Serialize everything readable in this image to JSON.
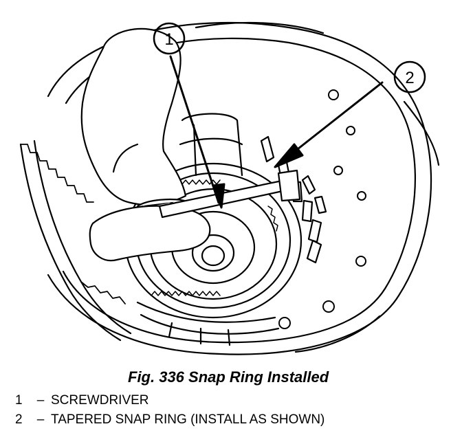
{
  "figure": {
    "caption": "Fig. 336 Snap Ring Installed",
    "callouts": [
      {
        "number": "1",
        "label": "SCREWDRIVER"
      },
      {
        "number": "2",
        "label": "TAPERED SNAP RING (INSTALL AS SHOWN)"
      }
    ],
    "separator": "–"
  },
  "colors": {
    "ink": "#000000",
    "paper": "#ffffff"
  }
}
